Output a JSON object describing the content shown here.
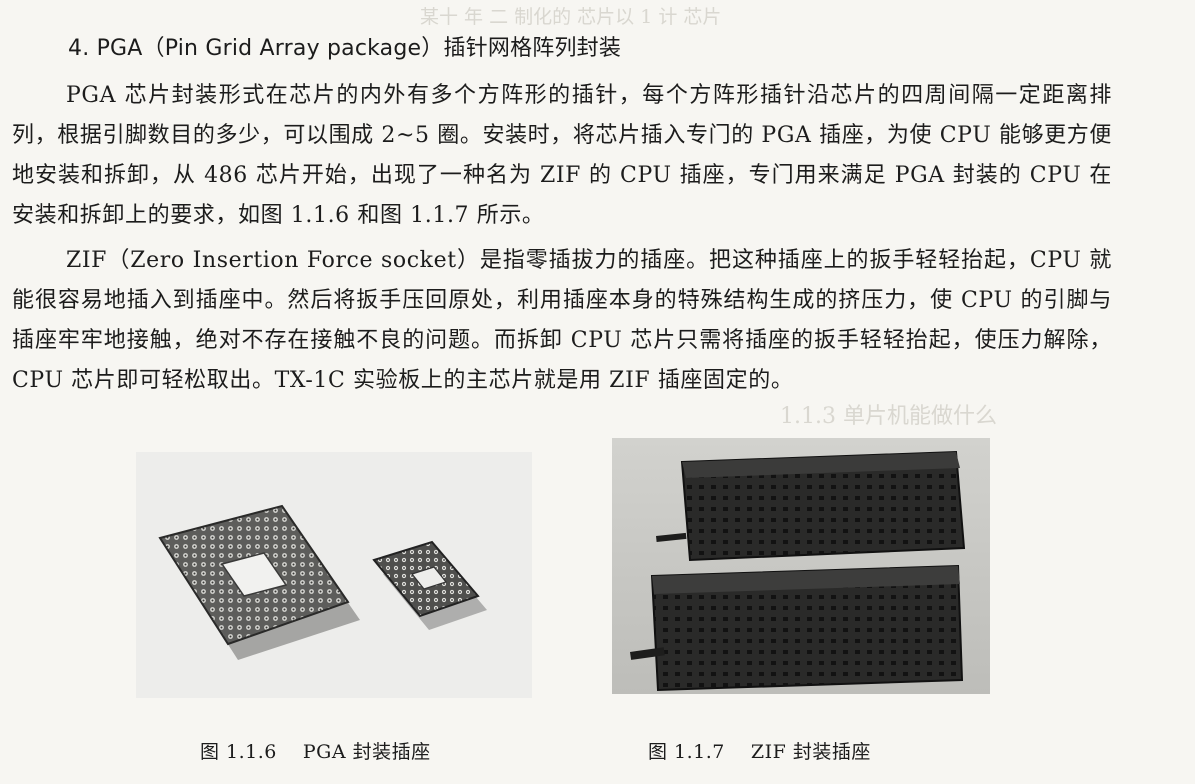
{
  "section_heading": "4. PGA（Pin Grid Array package）插针网格阵列封装",
  "paragraphs": [
    "PGA 芯片封装形式在芯片的内外有多个方阵形的插针，每个方阵形插针沿芯片的四周间隔一定距离排列，根据引脚数目的多少，可以围成 2~5 圈。安装时，将芯片插入专门的 PGA 插座，为使 CPU 能够更方便地安装和拆卸，从 486 芯片开始，出现了一种名为 ZIF 的 CPU 插座，专门用来满足 PGA 封装的 CPU 在安装和拆卸上的要求，如图 1.1.6 和图 1.1.7 所示。",
    "ZIF（Zero Insertion Force socket）是指零插拔力的插座。把这种插座上的扳手轻轻抬起，CPU 就能很容易地插入到插座中。然后将扳手压回原处，利用插座本身的特殊结构生成的挤压力，使 CPU 的引脚与插座牢牢地接触，绝对不存在接触不良的问题。而拆卸 CPU 芯片只需将插座的扳手轻轻抬起，使压力解除，CPU 芯片即可轻松取出。TX-1C 实验板上的主芯片就是用 ZIF 插座固定的。"
  ],
  "figures": [
    {
      "number": "图 1.1.6",
      "caption": "PGA 封装插座",
      "photo_icon": "pga-chip-photo-icon"
    },
    {
      "number": "图 1.1.7",
      "caption": "ZIF 封装插座",
      "photo_icon": "zif-socket-photo-icon"
    }
  ],
  "bleed_through_text": [
    "某十 年 二 制化的 芯片以 1 计 芯片",
    "1.1.3   单片机能做什么"
  ],
  "colors": {
    "paper": "#f7f6f2",
    "ink": "#1c1c1c",
    "bleed": "#d9d7d0"
  }
}
